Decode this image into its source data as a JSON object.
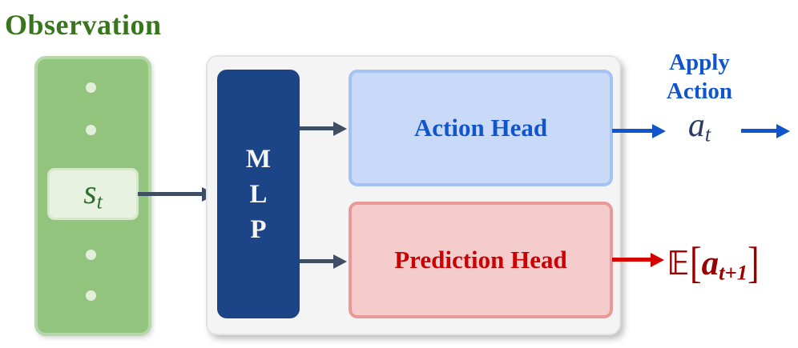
{
  "observation": {
    "title": "Observation",
    "state": {
      "var": "s",
      "sub": "t"
    }
  },
  "mlp": {
    "letters": [
      "M",
      "L",
      "P"
    ]
  },
  "heads": {
    "action": {
      "label": "Action Head"
    },
    "prediction": {
      "label": "Prediction Head"
    }
  },
  "outputs": {
    "apply_action": {
      "line1": "Apply",
      "line2": "Action"
    },
    "action": {
      "var": "a",
      "sub": "t"
    },
    "prediction": {
      "symbol": "𝔼",
      "open_bracket": "[",
      "var": "a",
      "sub": "t+1",
      "close_bracket": "]"
    }
  },
  "colors": {
    "observation_text": "#38761d",
    "observation_box_fill": "#93c47d",
    "observation_box_border": "#b6d7a8",
    "state_box_fill": "#e7f2e1",
    "mlp_fill": "#1c4587",
    "panel_fill": "#f4f4f4",
    "action_head_fill": "#c9daf8",
    "action_head_border": "#a4c2f4",
    "action_head_text": "#1155cc",
    "prediction_head_fill": "#f4cccc",
    "prediction_head_border": "#ea9999",
    "prediction_head_text": "#cc0000",
    "arrow_slate": "#3f4e63",
    "arrow_blue": "#1155cc",
    "arrow_red": "#d50000",
    "expectation_text": "#990000",
    "action_var_text": "#2c3a64"
  }
}
